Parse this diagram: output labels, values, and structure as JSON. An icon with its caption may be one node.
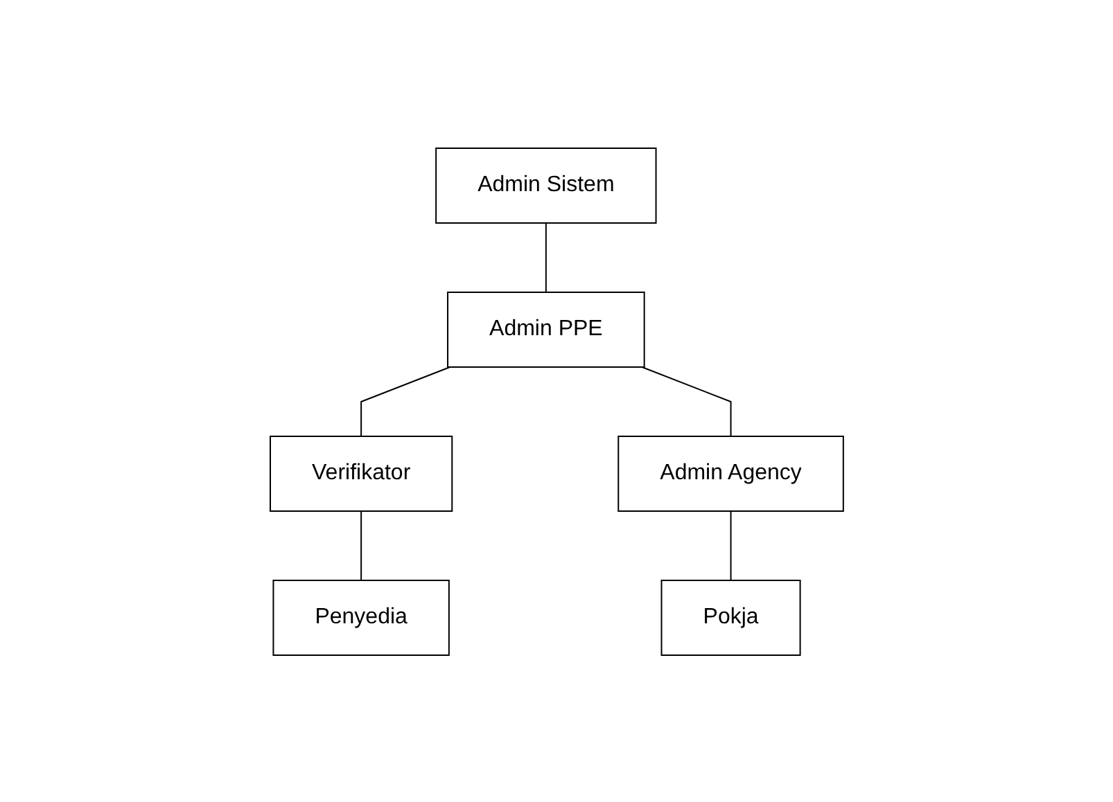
{
  "diagram": {
    "nodes": [
      {
        "text": [
          "Admin Sistem"
        ]
      },
      {
        "text": [
          "Admin PPE"
        ]
      },
      {
        "text": [
          "Verifikator"
        ]
      },
      {
        "text": [
          "Admin Agency"
        ]
      },
      {
        "text": [
          "Penyedia"
        ]
      },
      {
        "text": [
          "Pokja"
        ]
      }
    ],
    "edges": [
      {
        "from": 0,
        "to": 1,
        "arrow": "none"
      },
      {
        "from": 1,
        "to": 2,
        "arrow": "none"
      },
      {
        "from": 1,
        "to": 3,
        "arrow": "none"
      },
      {
        "from": 2,
        "to": 4,
        "arrow": "none"
      },
      {
        "from": 3,
        "to": 5,
        "arrow": "none"
      }
    ]
  }
}
